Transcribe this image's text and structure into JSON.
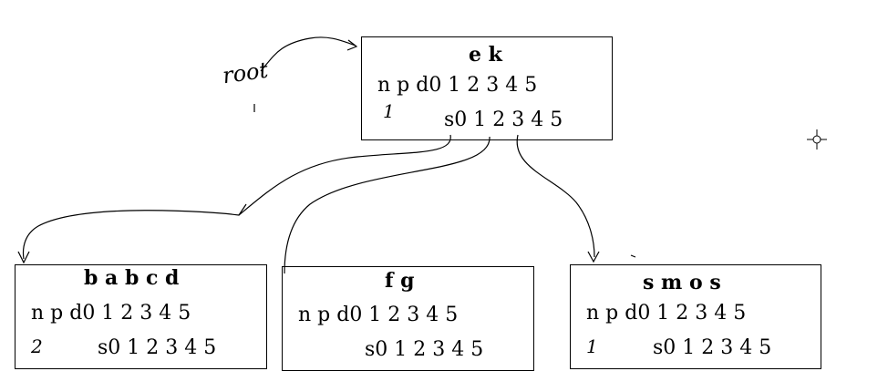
{
  "root_label": "root",
  "nodes": {
    "root": {
      "keys": "e k",
      "n_row": "n p d0 1 2 3 4 5",
      "n_value": "1",
      "s_row": "s0 1 2 3 4 5"
    },
    "left": {
      "keys": "b a b c d",
      "n_row": "n p d0 1 2 3 4 5",
      "n_value": "2",
      "s_row": "s0 1 2 3 4 5"
    },
    "middle": {
      "keys": "f g",
      "n_row": "n p d0 1 2 3 4 5",
      "s_row": "s0 1 2 3 4 5"
    },
    "right": {
      "keys": "s m o s",
      "n_row": "n p d0 1 2 3 4 5",
      "n_value": "1",
      "s_row": "s0 1 2 3 4 5"
    }
  },
  "icons": {
    "cursor": "crosshair-icon"
  }
}
